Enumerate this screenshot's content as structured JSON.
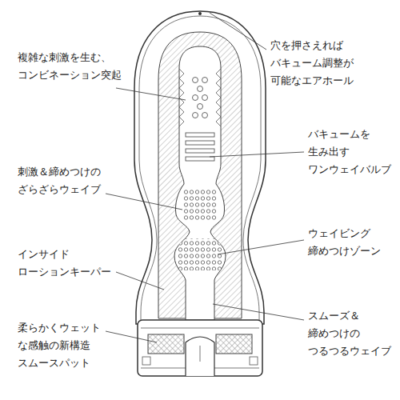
{
  "diagram": {
    "labels": [
      "穴を押さえれば バキューム調整が 可能なエアホール",
      "複雑な刺激を生む、 コンビネーション突起",
      "バキュームを 生み出す ワンウェイバルブ",
      "刺激＆締めつけの ざらざらウェイブ",
      "ウェイビング 締めつけゾーン",
      "インサイド ローションキーパー",
      "スムーズ＆ 締めつけの つるつるウェイブ",
      "柔らかくウェット な感触の新構造 スムースパット"
    ]
  }
}
